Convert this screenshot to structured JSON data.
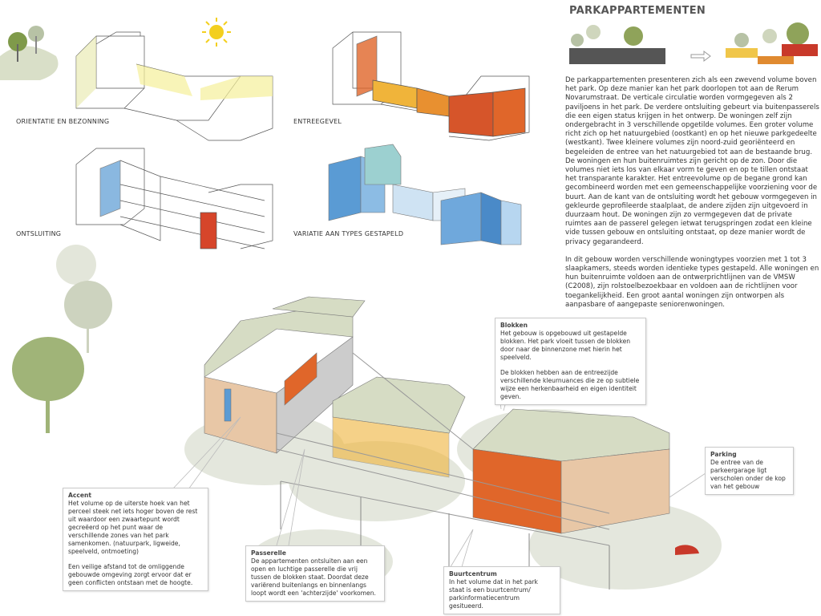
{
  "title": "PARKAPPARTEMENTEN",
  "diagrams": [
    {
      "label": "ORIENTATIE EN BEZONNING"
    },
    {
      "label": "ENTREEGEVEL"
    },
    {
      "label": "ONTSLUITING"
    },
    {
      "label": "VARIATIE AAN TYPES GESTAPELD"
    }
  ],
  "body_paragraphs": [
    "De parkappartementen presenteren zich als een zwevend volume boven het park. Op deze manier kan het park doorlopen tot aan de Rerum Novarumstraat. De verticale circulatie worden vormgegeven als 2 paviljoens in het park. De verdere ontsluiting gebeurt via buitenpasserels die een eigen status krijgen in het ontwerp. De woningen zelf zijn ondergebracht in 3 verschillende opgetilde volumes. Een groter volume richt zich op het natuurgebied (oostkant) en op het nieuwe parkgedeelte (westkant). Twee kleinere volumes zijn noord-zuid georiënteerd en begeleiden de entree van het natuurgebied tot aan de bestaande brug. De woningen en hun buitenruimtes zijn gericht op de zon. Door die volumes niet iets los van elkaar vorm te geven en op te tillen ontstaat het transparante karakter. Het entreevolume op de begane grond kan gecombineerd worden met een gemeenschappelijke voorziening voor de buurt. Aan de kant van de ontsluiting wordt het gebouw vormgegeven in gekleurde geprofileerde staalplaat, de andere zijden zijn uitgevoerd in duurzaam hout. De woningen zijn zo vermgegeven dat de private ruimtes aan de passerel gelegen ietwat terugspringen zodat een kleine vide tussen gebouw en ontsluiting ontstaat, op deze manier wordt de privacy gegarandeerd.",
    "In dit gebouw worden verschillende woningtypes voorzien met 1 tot 3 slaapkamers, steeds worden identieke types gestapeld. Alle woningen en hun buitenruimte voldoen aan de ontwerprichtlijnen van de VMSW (C2008), zijn rolstoelbezoekbaar en voldoen aan de richtlijnen voor toegankelijkheid. Een groot aantal woningen zijn ontworpen als aanpasbare of aangepaste seniorenwoningen."
  ],
  "callouts": {
    "blokken": {
      "title": "Blokken",
      "p1": "Het gebouw is opgebouwd uit gestapelde blokken. Het park vloeit tussen de blokken door naar de binnenzone met hierin het speelveld.",
      "p2": "De blokken hebben aan de entreezijde verschillende kleurnuances die ze op subtiele wijze een herkenbaarheid en eigen identiteit geven."
    },
    "accent": {
      "title": "Accent",
      "p1": "Het volume op de uiterste hoek van het perceel steek net iets hoger boven de rest uit waardoor een zwaartepunt wordt gecreëerd op het punt waar de verschillende zones van het park samenkomen. (natuurpark, ligweide, speelveld, ontmoeting)",
      "p2": "Een veilige afstand tot de omliggende gebouwde omgeving zorgt ervoor dat er geen conflicten ontstaan met de hoogte."
    },
    "passerelle": {
      "title": "Passerelle",
      "p1": "De appartementen ontsluiten aan een open en luchtige passerelle die vrij tussen de blokken staat. Doordat deze variërend buitenlangs en binnenlangs loopt wordt een 'achterzijde' voorkomen."
    },
    "buurtcentrum": {
      "title": "Buurtcentrum",
      "p1": "In het volume dat in het park staat is een buurtcentrum/ parkinformatiecentrum gesitueerd."
    },
    "parking": {
      "title": "Parking",
      "p1": "De entree van de parkeergarage ligt verscholen onder de kop van het gebouw"
    }
  },
  "colors": {
    "tree": "#a9b88a",
    "roof": "#d6dcc4",
    "orange": "#e0662a",
    "yellow": "#f0c64a",
    "blue": "#5a9bd4",
    "red": "#c8392a",
    "wood": "#e8c7a6"
  }
}
